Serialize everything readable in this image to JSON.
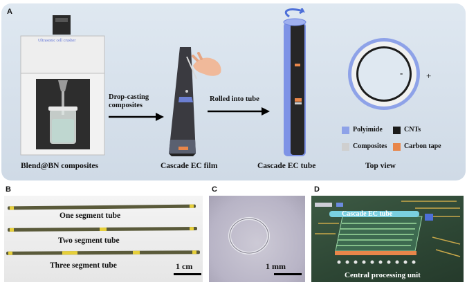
{
  "panels": {
    "a": "A",
    "b": "B",
    "c": "C",
    "d": "D"
  },
  "panelA": {
    "ultrasonic_label": "Ultrasonic cell crusher",
    "arrow1_label": [
      "Drop-casting",
      "composites"
    ],
    "arrow2_label": "Rolled into tube",
    "captions": {
      "blend": "Blend@BN composites",
      "film": "Cascade EC film",
      "tube": "Cascade EC tube",
      "top": "Top view"
    },
    "polarity": {
      "minus": "-",
      "plus": "+"
    },
    "legend": [
      {
        "label": "Polyimide",
        "color": "#8ea2e8"
      },
      {
        "label": "CNTs",
        "color": "#1a1a1a"
      },
      {
        "label": "Composites",
        "color": "#cfcfcf"
      },
      {
        "label": "Carbon tape",
        "color": "#e8864a"
      }
    ]
  },
  "panelB": {
    "tubes": [
      "One segment tube",
      "Two segment tube",
      "Three segment tube"
    ],
    "scale": "1 cm"
  },
  "panelC": {
    "scale": "1 mm"
  },
  "panelD": {
    "tube_label": "Cascade EC tube",
    "cpu_label": "Central processing unit"
  },
  "colors": {
    "accent_blue": "#6f86e0",
    "tape_yellow": "#e6cf3a",
    "board_green": "#2f4a37"
  }
}
